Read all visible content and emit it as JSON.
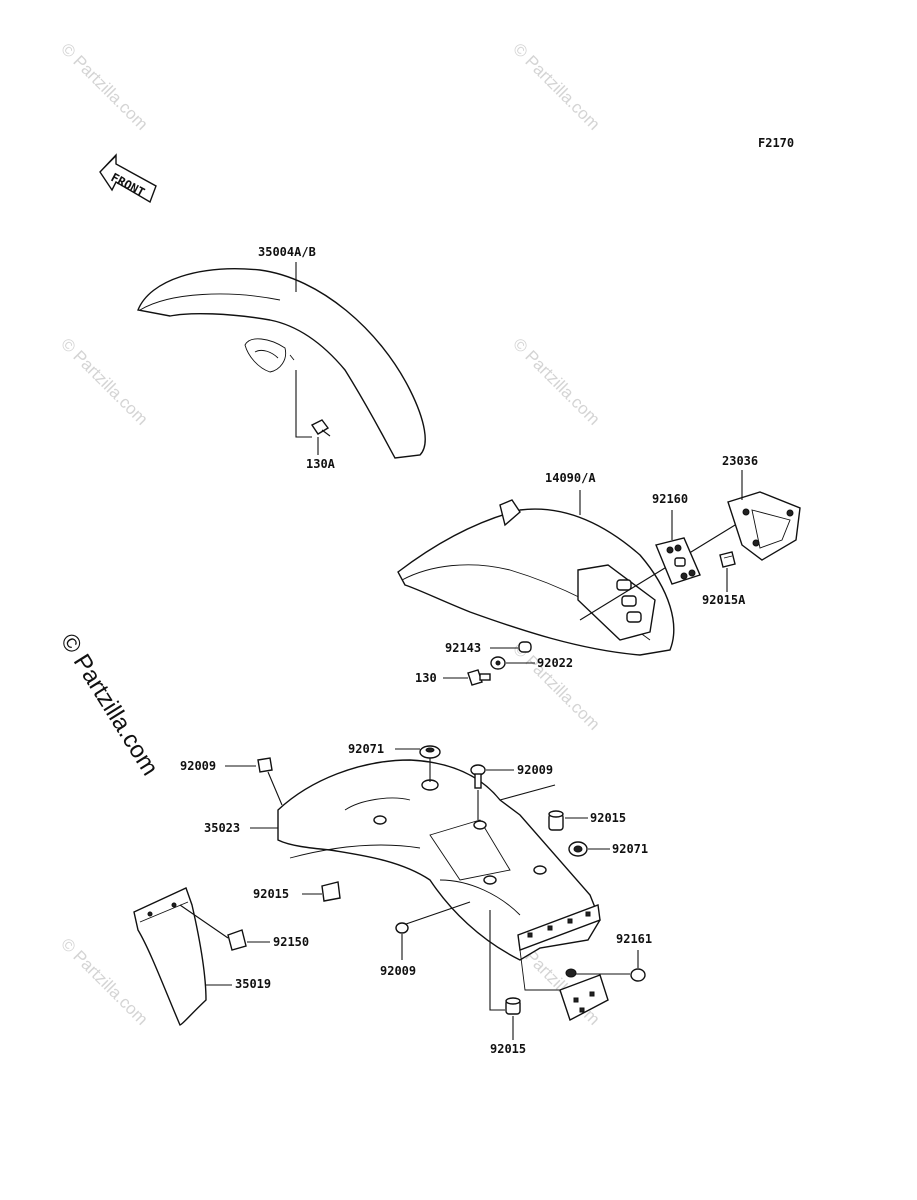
{
  "diagram_code": "F2170",
  "front_label": "FRONT",
  "watermark": "© Partzilla.com",
  "watermark_side": "© Partzilla.com",
  "parts": {
    "front_fender": "35004A/B",
    "bolt_130A": "130A",
    "rear_fender_cover": "14090/A",
    "bracket_23036": "23036",
    "plate_92160": "92160",
    "nut_92015A": "92015A",
    "collar_92143": "92143",
    "washer_92022": "92022",
    "bolt_130": "130",
    "bolt_92009_left": "92009",
    "grommet_92071_top": "92071",
    "bolt_92009_top": "92009",
    "collar_92015_right": "92015",
    "grommet_92071_right": "92071",
    "rear_fender_35023": "35023",
    "collar_92015_left": "92015",
    "flap_35019": "35019",
    "bolt_92150": "92150",
    "bolt_92009_bottom": "92009",
    "cap_92161": "92161",
    "collar_92015_bottom": "92015"
  }
}
